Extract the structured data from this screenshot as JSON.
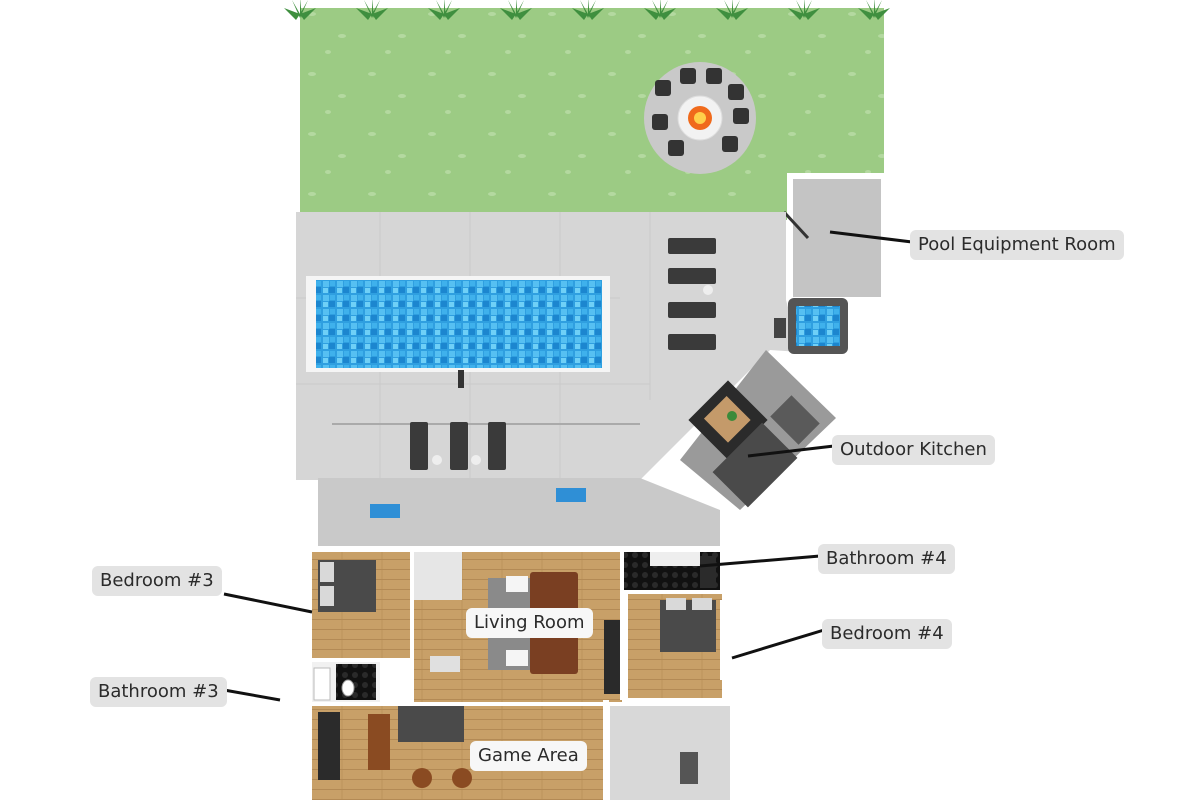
{
  "labels": {
    "pool_equipment_room": "Pool Equipment Room",
    "outdoor_kitchen": "Outdoor Kitchen",
    "bathroom_4": "Bathroom #4",
    "bedroom_4": "Bedroom #4",
    "bedroom_3": "Bedroom #3",
    "bathroom_3": "Bathroom #3",
    "living_room": "Living Room",
    "game_area": "Game Area"
  },
  "icons": {
    "plants": "plant-icon",
    "fire_pit": "fire-pit-icon",
    "hot_tub": "hot-tub-icon",
    "lounge_chair": "lounge-chair-icon",
    "bed": "bed-icon",
    "sofa": "sofa-icon",
    "dining_table": "dining-table-icon"
  },
  "colors": {
    "lawn": "#9ccb84",
    "deck": "#d7d7d7",
    "pool_water": "#38a9e6",
    "wood_floor": "#c9a36e",
    "label_bg": "#e3e3e3"
  }
}
